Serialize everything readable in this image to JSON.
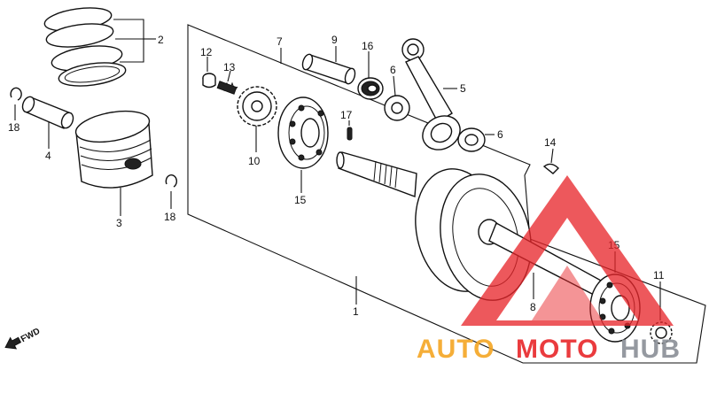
{
  "callouts": [
    {
      "id": "c2",
      "text": "2"
    },
    {
      "id": "c3",
      "text": "3"
    },
    {
      "id": "c4",
      "text": "4"
    },
    {
      "id": "c18a",
      "text": "18"
    },
    {
      "id": "c18b",
      "text": "18"
    },
    {
      "id": "c12",
      "text": "12"
    },
    {
      "id": "c13",
      "text": "13"
    },
    {
      "id": "c7",
      "text": "7"
    },
    {
      "id": "c9",
      "text": "9"
    },
    {
      "id": "c16",
      "text": "16"
    },
    {
      "id": "c6a",
      "text": "6"
    },
    {
      "id": "c5",
      "text": "5"
    },
    {
      "id": "c6b",
      "text": "6"
    },
    {
      "id": "c10",
      "text": "10"
    },
    {
      "id": "c15a",
      "text": "15"
    },
    {
      "id": "c17",
      "text": "17"
    },
    {
      "id": "c14",
      "text": "14"
    },
    {
      "id": "c15b",
      "text": "15"
    },
    {
      "id": "c11",
      "text": "11"
    },
    {
      "id": "c8",
      "text": "8"
    },
    {
      "id": "c1",
      "text": "1"
    }
  ],
  "direction_label": "FWD",
  "watermark": {
    "part1": "AUTO",
    "part2": "MOTO",
    "part3": "HUB",
    "color_orange": "#f5a623",
    "color_red": "#e8262a",
    "color_gray": "#8a8f96"
  }
}
